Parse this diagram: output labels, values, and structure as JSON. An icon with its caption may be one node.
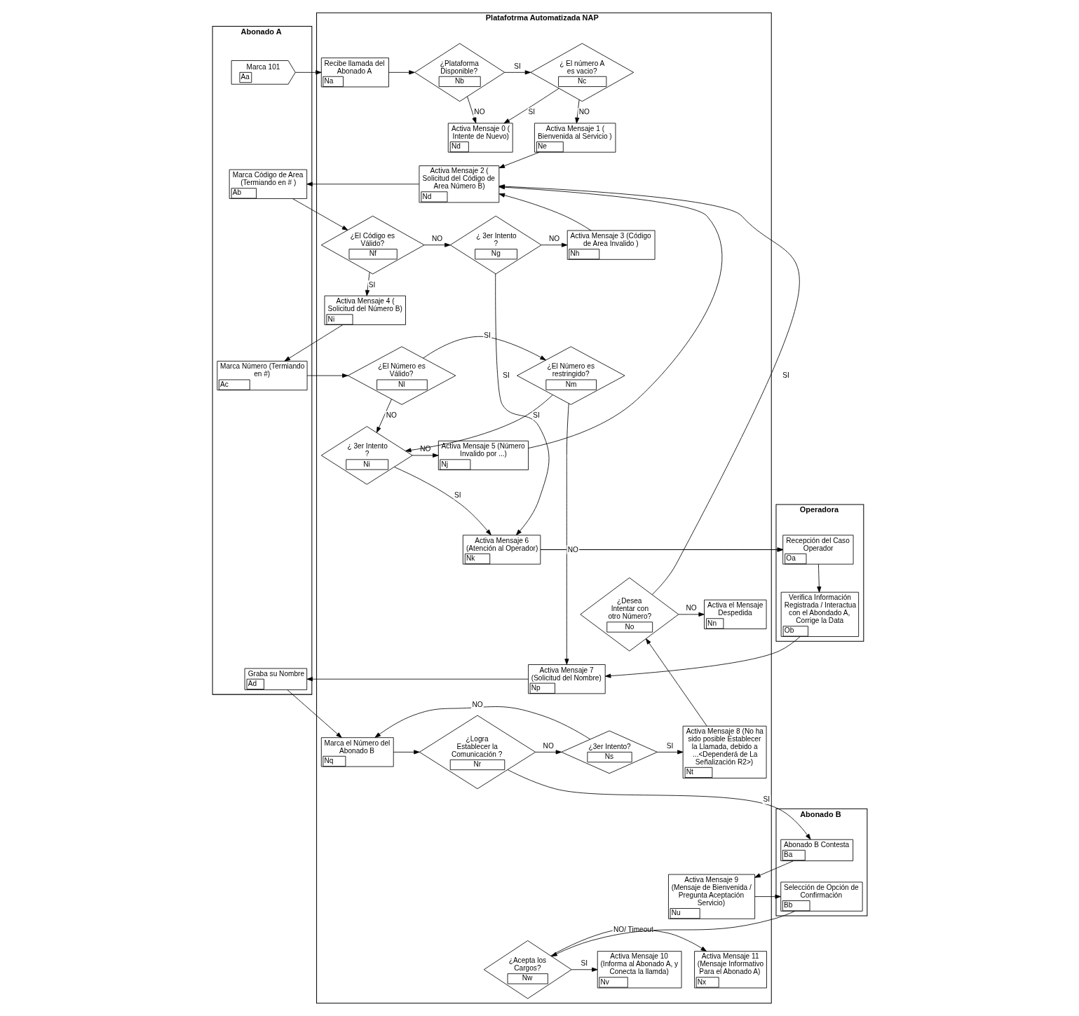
{
  "diagram": {
    "nodes": [
      {
        "text": [
          "Abonado A"
        ]
      },
      {
        "text": [
          "Platafotrma Automatizada NAP"
        ]
      },
      {
        "text": [
          "Operadora"
        ]
      },
      {
        "text": [
          "Abonado B"
        ]
      },
      {
        "text": [
          "Marca 101",
          "Aa"
        ],
        "in": 0
      },
      {
        "text": [
          "Recibe llamada del Abonado A",
          "Na"
        ],
        "in": 1
      },
      {
        "text": [
          "¿Plataforma Disponible?",
          "Nb"
        ],
        "in": 1
      },
      {
        "text": [
          "¿ El número A es vacio?",
          "Nc"
        ],
        "in": 1
      },
      {
        "text": [
          "Activa Mensaje 0 ( Intente de Nuevo)",
          "Nd"
        ],
        "in": 1
      },
      {
        "text": [
          "Activa Mensaje 1 ( Bienvenida al Servicio )",
          "Ne"
        ],
        "in": 1
      },
      {
        "text": [
          "Activa Mensaje 2 ( Solicitud del Código de Area Número B)",
          "Nd"
        ],
        "in": 1
      },
      {
        "text": [
          "Marca Código de Area (Termiando en # )",
          "Ab"
        ],
        "in": 0
      },
      {
        "text": [
          "¿El Código es Válido?",
          "Nf"
        ],
        "in": 1
      },
      {
        "text": [
          "¿ 3er Intento ?",
          "Ng"
        ],
        "in": 1
      },
      {
        "text": [
          "Activa Mensaje 3 (Código de Area Invalido )",
          "Nh"
        ],
        "in": 1
      },
      {
        "text": [
          "Activa Mensaje 4 ( Solicitud del Número B)",
          "Ni"
        ],
        "in": 1
      },
      {
        "text": [
          "Marca Número (Termiando en #)",
          "Ac"
        ],
        "in": 0
      },
      {
        "text": [
          "¿ 3er Intento ?",
          "Ni"
        ],
        "in": 1
      },
      {
        "text": [
          "Activa Mensaje 5 (Número Invalido por ...)",
          "Nj"
        ],
        "in": 1
      },
      {
        "text": [
          "Activa Mensaje 6 (Atención al Operador)",
          "Nk"
        ],
        "in": 1
      },
      {
        "text": [
          "Recepción del Caso Operador",
          "Oa"
        ],
        "in": 2
      },
      {
        "text": [
          "¿El Número es Válido?",
          "Nl"
        ],
        "in": 1
      },
      {
        "text": [
          "¿El Número es restringido?",
          "Nm"
        ],
        "in": 1
      },
      {
        "text": [
          "Activa el Mensaje Despedida",
          "Nn"
        ],
        "in": 1
      },
      {
        "text": [
          "¿Desea Intentar con otro Número?",
          "No"
        ],
        "in": 1
      },
      {
        "text": [
          "Verifica Información Registrada / Interactua con el Abondado A, Corrige la Data",
          "Ob"
        ],
        "in": 2
      },
      {
        "text": [
          "Graba su Nombre",
          "Ad"
        ],
        "in": 0
      },
      {
        "text": [
          "Activa Mensaje 7 (Solicitud del Nombre)",
          "Np"
        ],
        "in": 1
      },
      {
        "text": [
          "Marca el Número del Abonado B",
          "Nq"
        ],
        "in": 1
      },
      {
        "text": [
          "¿Logra Establecer la Comunicación ?",
          "Nr"
        ],
        "in": 1
      },
      {
        "text": [
          "¿3er Intento?",
          "Ns"
        ],
        "in": 1
      },
      {
        "text": [
          "Activa Mensaje 8 (No ha sido posible Establecer la Llamada, debido a ...<Dependerá de La Señalización R2>)",
          "Nt"
        ],
        "in": 1
      },
      {
        "text": [
          "Abonado B Contesta",
          "Ba"
        ],
        "in": 3
      },
      {
        "text": [
          "Activa Mensaje 9 (Mensaje de Bienvenida / Pregunta Aceptación Servicio)",
          "Nu"
        ],
        "in": 1
      },
      {
        "text": [
          "Selección de Opción de Confirmación",
          "Bb"
        ],
        "in": 3
      },
      {
        "text": [
          "¿Acepta los Cargos?",
          "Nw"
        ],
        "in": 1
      },
      {
        "text": [
          "Activa Mensaje 10 (Informa al Abonado A, y Conecta la llamda)",
          "Nv"
        ],
        "in": 1
      },
      {
        "text": [
          "Activa Mensaje 11 (Mensaje Informativo Para el Abonado A)",
          "Nx"
        ],
        "in": 1
      }
    ],
    "edges": [
      {
        "from": 4,
        "to": 5,
        "arrow": "to"
      },
      {
        "from": 5,
        "to": 6,
        "arrow": "to"
      },
      {
        "from": 6,
        "to": 7,
        "arrow": "to",
        "label": "SI"
      },
      {
        "from": 6,
        "to": 8,
        "arrow": "to",
        "label": "NO"
      },
      {
        "from": 7,
        "to": 8,
        "arrow": "to",
        "label": "SI"
      },
      {
        "from": 7,
        "to": 9,
        "arrow": "to",
        "label": "NO"
      },
      {
        "from": 9,
        "to": 10,
        "arrow": "to"
      },
      {
        "from": 10,
        "to": 11,
        "arrow": "to"
      },
      {
        "from": 11,
        "to": 12,
        "arrow": "to"
      },
      {
        "from": 12,
        "to": 13,
        "arrow": "to",
        "label": "NO"
      },
      {
        "from": 12,
        "to": 15,
        "arrow": "to",
        "label": "SI"
      },
      {
        "from": 13,
        "to": 14,
        "arrow": "to",
        "label": "NO"
      },
      {
        "from": 14,
        "to": 10,
        "arrow": "to"
      },
      {
        "from": 13,
        "to": 19,
        "arrow": "to",
        "label": "SI"
      },
      {
        "from": 15,
        "to": 16,
        "arrow": "to"
      },
      {
        "from": 16,
        "to": 21,
        "arrow": "to"
      },
      {
        "from": 21,
        "to": 17,
        "arrow": "to",
        "label": "NO"
      },
      {
        "from": 21,
        "to": 22,
        "arrow": "to",
        "label": "SI"
      },
      {
        "from": 22,
        "to": 17,
        "arrow": "to",
        "label": "SI"
      },
      {
        "from": 17,
        "to": 18,
        "arrow": "to",
        "label": "NO"
      },
      {
        "from": 17,
        "to": 19,
        "arrow": "to",
        "label": "SI"
      },
      {
        "from": 18,
        "to": 10,
        "arrow": "to"
      },
      {
        "from": 19,
        "to": 20,
        "arrow": "to"
      },
      {
        "from": 20,
        "to": 25,
        "arrow": "to"
      },
      {
        "from": 25,
        "to": 27,
        "arrow": "to"
      },
      {
        "from": 22,
        "to": 27,
        "arrow": "to",
        "label": "NO"
      },
      {
        "from": 27,
        "to": 26,
        "arrow": "to"
      },
      {
        "from": 26,
        "to": 28,
        "arrow": "to"
      },
      {
        "from": 28,
        "to": 29,
        "arrow": "to"
      },
      {
        "from": 29,
        "to": 30,
        "arrow": "to",
        "label": "NO"
      },
      {
        "from": 30,
        "to": 28,
        "arrow": "to",
        "label": "NO"
      },
      {
        "from": 30,
        "to": 31,
        "arrow": "to",
        "label": "SI"
      },
      {
        "from": 31,
        "to": 24,
        "arrow": "to"
      },
      {
        "from": 24,
        "to": 23,
        "arrow": "to",
        "label": "NO"
      },
      {
        "from": 24,
        "to": 10,
        "arrow": "to",
        "label": "SI"
      },
      {
        "from": 29,
        "to": 32,
        "arrow": "to",
        "label": "SI"
      },
      {
        "from": 32,
        "to": 33,
        "arrow": "to"
      },
      {
        "from": 33,
        "to": 34,
        "arrow": "to"
      },
      {
        "from": 34,
        "to": 35,
        "arrow": "to"
      },
      {
        "from": 35,
        "to": 36,
        "arrow": "to",
        "label": "SI"
      },
      {
        "from": 35,
        "to": 37,
        "arrow": "to",
        "label": "NO/ Timeout"
      }
    ]
  }
}
